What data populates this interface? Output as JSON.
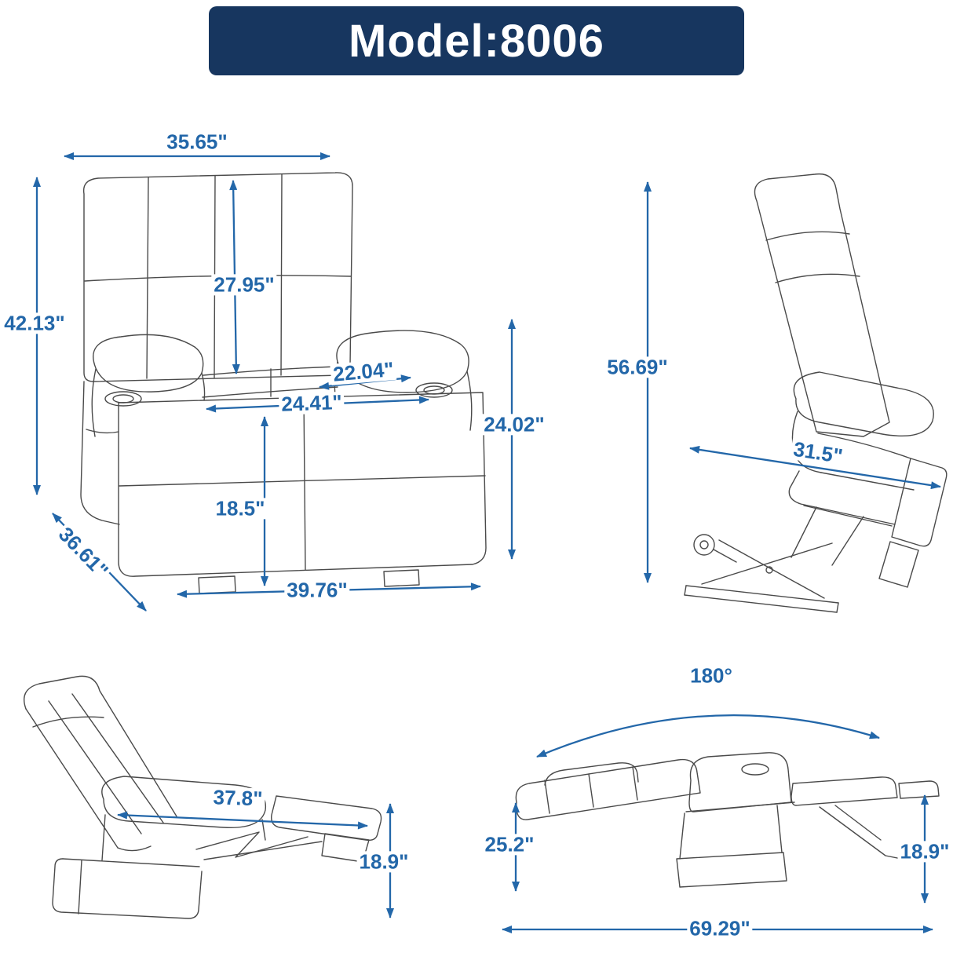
{
  "banner": {
    "title": "Model:8006"
  },
  "colors": {
    "banner_background": "#17365f",
    "banner_text": "#ffffff",
    "dimension_accent": "#2367a9",
    "line_art": "#4a4a4a",
    "background": "#ffffff"
  },
  "views": {
    "front": {
      "dims": {
        "top_width": "35.65\"",
        "overall_height": "42.13\"",
        "back_height": "27.95\"",
        "seat_width": "22.04\"",
        "width_between_arms": "24.41\"",
        "arm_height": "24.02\"",
        "seat_height": "18.5\"",
        "front_width": "39.76\"",
        "depth": "36.61\""
      }
    },
    "lift": {
      "dims": {
        "overall_height": "56.69\"",
        "seat_depth": "31.5\""
      }
    },
    "reclined": {
      "dims": {
        "recline_length": "37.8\"",
        "footrest_height": "18.9\""
      }
    },
    "flat": {
      "dims": {
        "recline_angle": "180°",
        "backrest_height": "25.2\"",
        "footrest_height": "18.9\"",
        "total_length": "69.29\""
      }
    }
  }
}
